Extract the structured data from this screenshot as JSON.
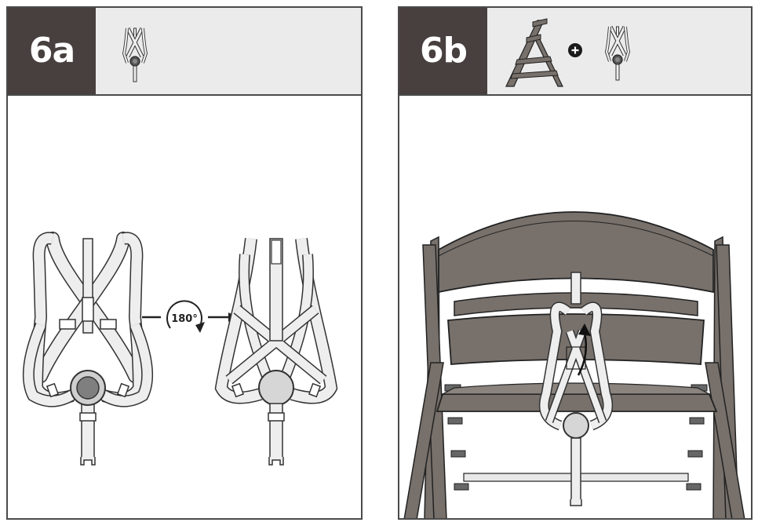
{
  "panels": [
    {
      "step_label": "6a",
      "header_icons": [
        "harness-icon"
      ],
      "rotation_label": "180°"
    },
    {
      "step_label": "6b",
      "header_icons": [
        "high-chair-icon",
        "plus-icon",
        "harness-icon"
      ]
    }
  ],
  "colors": {
    "step_badge": "#48403f",
    "header_bg": "#ebebeb",
    "wood": "#77706b",
    "strap": "#e8e8e8",
    "outline": "#333333"
  }
}
